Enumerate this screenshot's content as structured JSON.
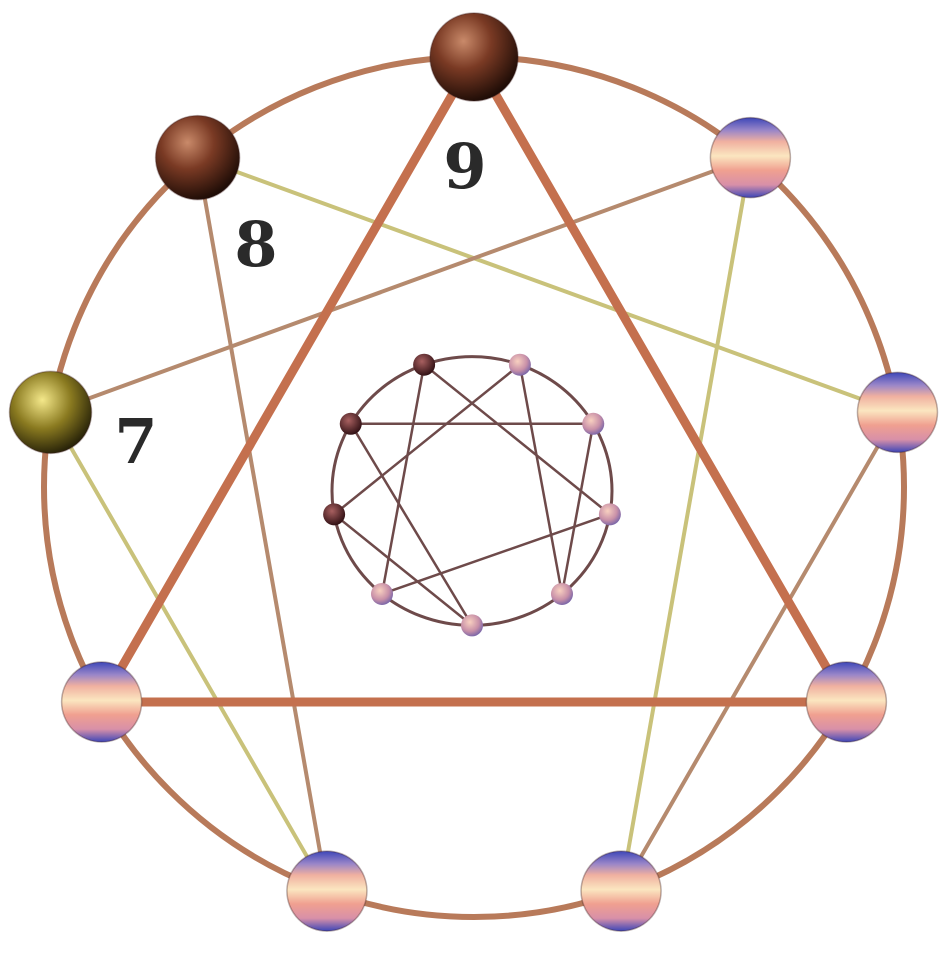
{
  "diagram": {
    "labels": {
      "point_9": "9",
      "point_8": "8",
      "point_7": "7"
    },
    "colors": {
      "ring": "#b87a5a",
      "triangle": "#c4704e",
      "hexad": "#b58a6e",
      "hexad_accent": "#c9c27a",
      "dark_sphere": "#5a2a1a",
      "gold_sphere": "#8a7a20",
      "pastel_sphere_top": "#5a62c8",
      "pastel_sphere_mid": "#f2c8a8",
      "inner_figure": "#6e4a4a"
    }
  }
}
